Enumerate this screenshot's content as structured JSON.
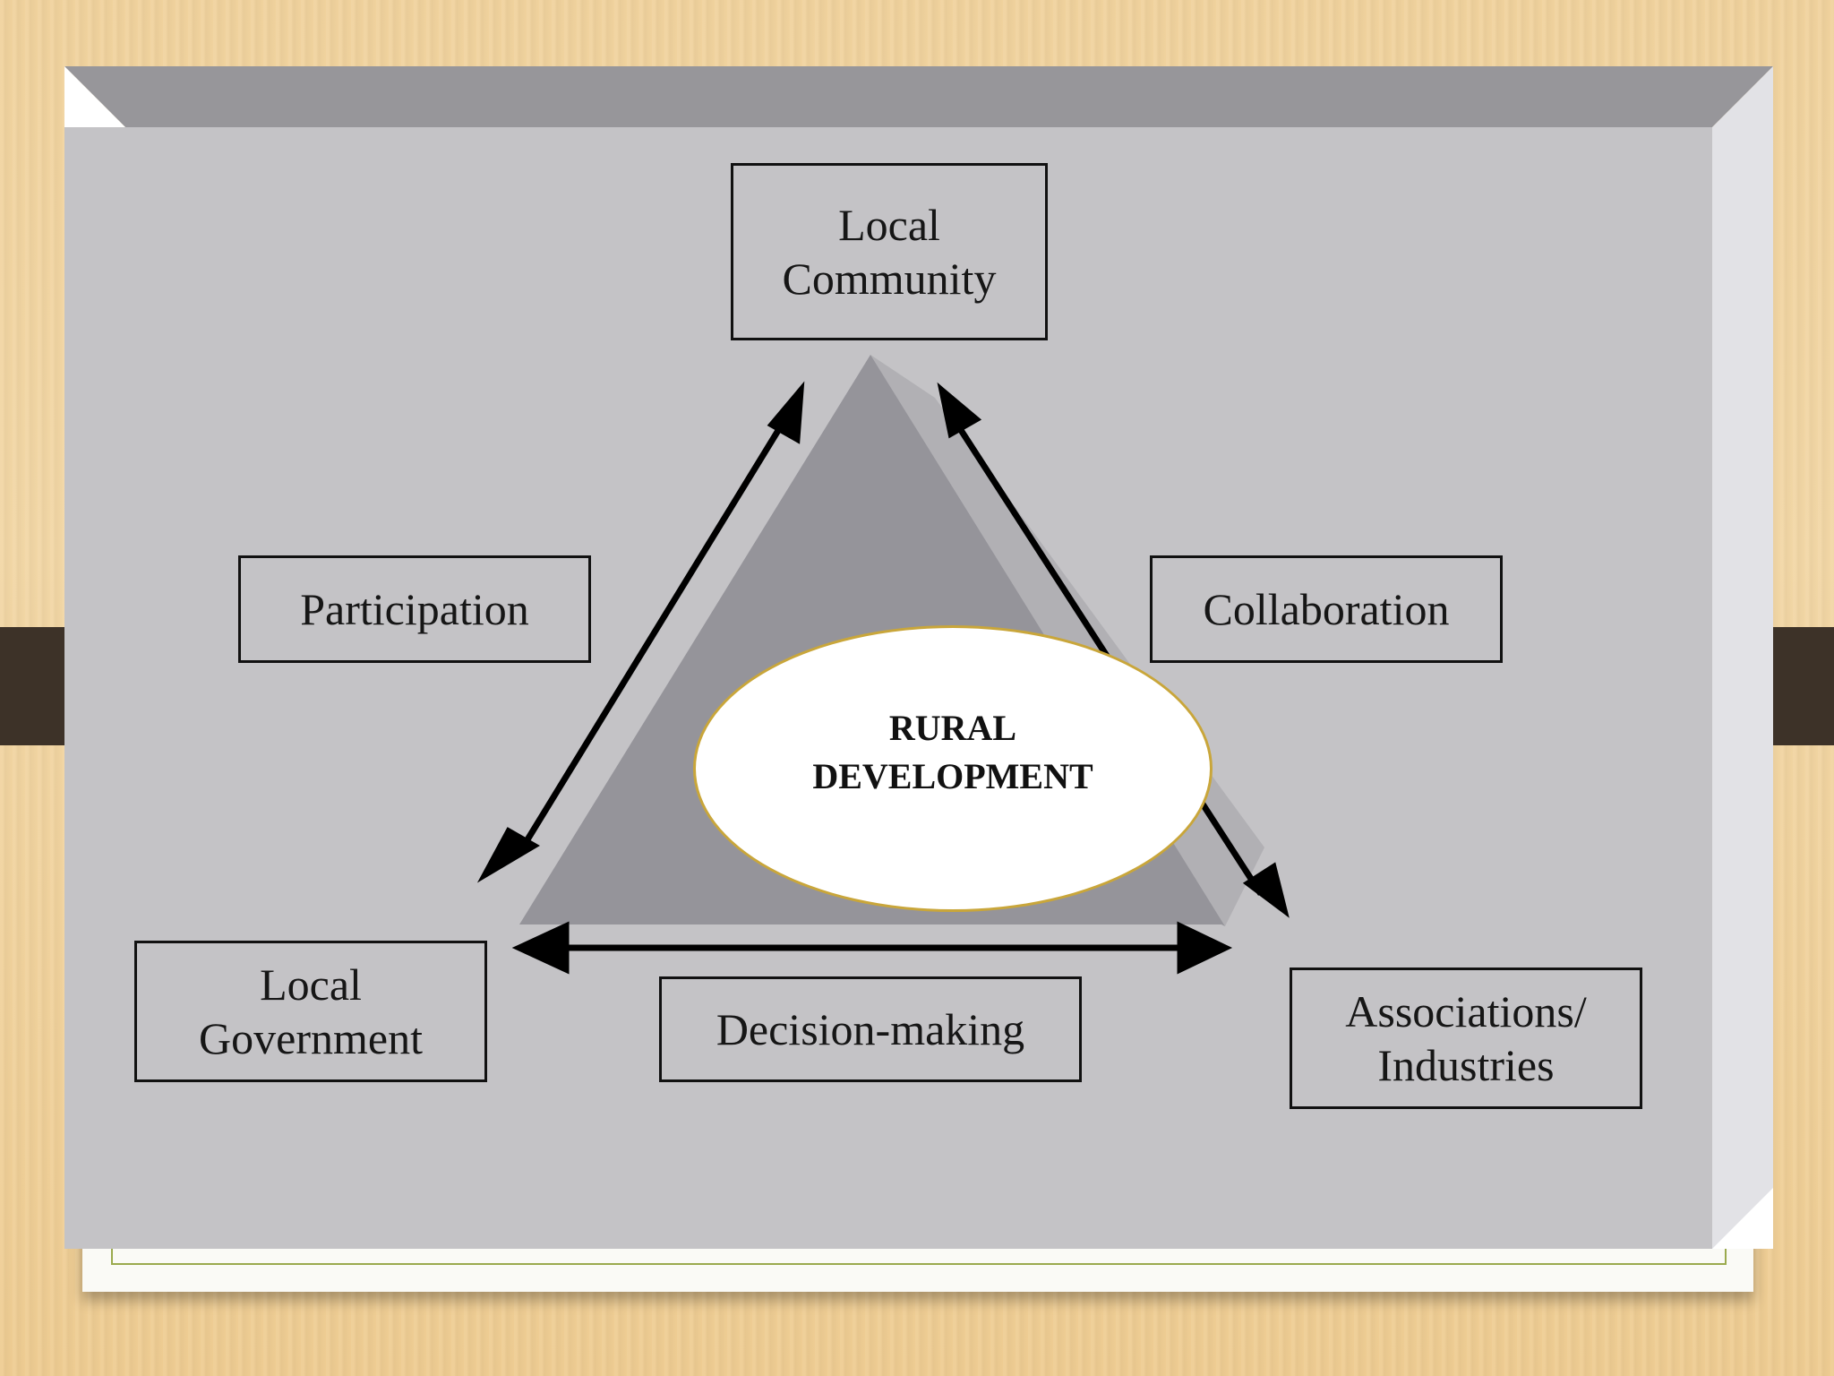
{
  "diagram": {
    "center": "RURAL\nDEVELOPMENT",
    "nodes": {
      "local_community": "Local\nCommunity",
      "local_government": "Local\nGovernment",
      "associations_industries": "Associations/\nIndustries"
    },
    "relations": {
      "participation": "Participation",
      "collaboration": "Collaboration",
      "decision_making": "Decision-making"
    }
  },
  "colors": {
    "board_face": "#c4c3c6",
    "board_top_bevel": "#97969a",
    "board_right_bevel": "#e2e2e6",
    "pyramid_front": "#95949a",
    "pyramid_side": "#b1b0b4",
    "ellipse_border": "#c9a63a",
    "wood_background": "#f0d29d",
    "wood_stripe": "#3d3228"
  }
}
